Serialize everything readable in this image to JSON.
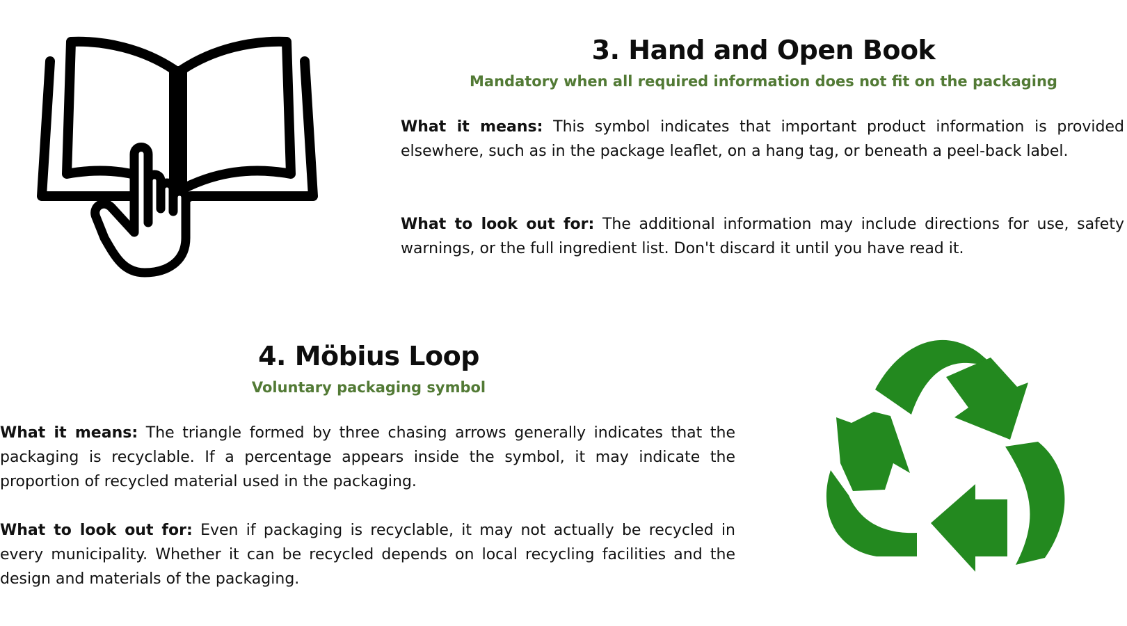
{
  "section3": {
    "title": "3. Hand and Open Book",
    "subtitle": "Mandatory when all required information does not fit on the packaging",
    "means_label": "What it means:",
    "means_text": "This symbol indicates that important product information is provided elsewhere, such as in the package leaflet, on a hang tag, or beneath a peel-back label.",
    "look_label": "What to look out for:",
    "look_text": "The additional information may include directions for use, safety warnings, or the full ingredient list. Don't discard it until you have read it.",
    "icon": "hand-open-book-icon"
  },
  "section4": {
    "title": "4. Möbius Loop",
    "subtitle": "Voluntary packaging symbol",
    "means_label": "What it means:",
    "means_text": "The triangle formed by three chasing arrows generally indicates that the packaging is recyclable. If a percentage appears inside the symbol, it may indicate the proportion of recycled material used in the packaging.",
    "look_label": "What to look out for:",
    "look_text": "Even if packaging is recyclable, it may not actually be recycled in every municipality. Whether it can be recycled depends on local recycling facilities and the design and materials of the packaging.",
    "icon": "mobius-loop-icon"
  },
  "colors": {
    "subtitle_green": "#527a35",
    "recycle_green": "#23891f",
    "text": "#111111"
  }
}
